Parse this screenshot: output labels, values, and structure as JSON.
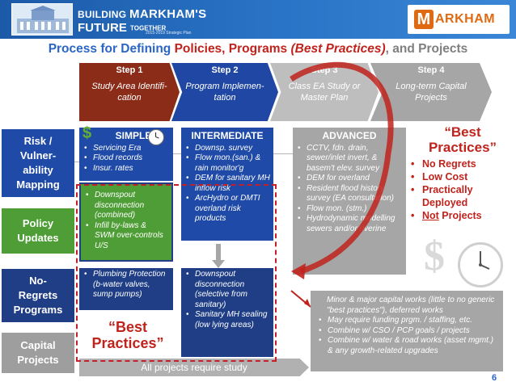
{
  "header": {
    "title_line1_prefix": "BUILDING",
    "title_line1_main": "MARKHAM'S",
    "title_line2_main": "FUTURE",
    "title_line2_small": "TOGETHER",
    "subtitle": "2015-2019 Strategic Plan",
    "brand_mark": "M",
    "brand_name": "ARKHAM"
  },
  "title": {
    "part1": "Process for Defining ",
    "part2": "Policies, Programs ",
    "part3": "(Best Practices)",
    "part4": ", and Projects"
  },
  "steps": [
    {
      "label": "Step 1",
      "desc": "Study Area Identifi-cation"
    },
    {
      "label": "Step 2",
      "desc": "Program Implemen-tation"
    },
    {
      "label": "Step 3",
      "desc": "Class EA Study or Master Plan"
    },
    {
      "label": "Step 4",
      "desc": "Long-term Capital Projects"
    }
  ],
  "rows": {
    "risk": "Risk /\nVulner-\nability\nMapping",
    "policy": "Policy\nUpdates",
    "noregrets": "No-\nRegrets\nPrograms",
    "capital": "Capital\nProjects"
  },
  "simple": {
    "header": "SIMPLE",
    "dollar": "$",
    "items": [
      "Servicing Era",
      "Flood records",
      "Insur. rates"
    ]
  },
  "policy_items": [
    "Downspout disconnection (combined)",
    "Infill by-laws & SWM over-controls U/S"
  ],
  "noregrets_left": [
    "Plumbing Protection (b-water valves, sump pumps)"
  ],
  "intermediate": {
    "header": "INTERMEDIATE",
    "items": [
      "Downsp. survey",
      "Flow mon.(san.) & rain monitor'g",
      "DEM for sanitary MH inflow risk",
      "ArcHydro or DMTI overland risk products"
    ]
  },
  "noregrets_mid": [
    "Downspout disconnection (selective from sanitary)",
    "Sanitary MH sealing (low lying areas)"
  ],
  "advanced": {
    "header": "ADVANCED",
    "items": [
      "CCTV, fdn. drain, sewer/inlet invert, & basem't elev. survey",
      "DEM for overland",
      "Resident flood history survey (EA consultation)",
      "Flow mon. (stm.)",
      "Hydrodynamic modelling sewers and/or riverine"
    ]
  },
  "capital_right": {
    "lead": "Minor & major capital works (little to no generic \"best practices\"), deferred works",
    "items": [
      "May require funding prgm. / staffing, etc.",
      "Combine w/ CSO / PCP goals / projects",
      "Combine w/ water & road works (asset mgmt.) & any growth-related upgrades"
    ]
  },
  "all_projects": "All projects require study",
  "best_practices_left": "“Best Practices”",
  "best_practices_right": {
    "title": "“Best Practices”",
    "items": [
      "No Regrets",
      "Low Cost",
      "Practically Deployed"
    ],
    "last_underlined": "Not",
    "last_rest": " Projects"
  },
  "big_dollar": "$",
  "page_number": "6",
  "colors": {
    "header_blue": "#1c5aa8",
    "title_blue": "#2a66c4",
    "accent_red": "#c0231c",
    "risk_blue": "#1f4aa8",
    "policy_green": "#4f9d36",
    "noregrets_navy": "#1f3e86",
    "capital_gray": "#9e9e9e",
    "step1": "#8b2c19",
    "step2": "#2147a4",
    "brand_orange": "#e06a12"
  }
}
